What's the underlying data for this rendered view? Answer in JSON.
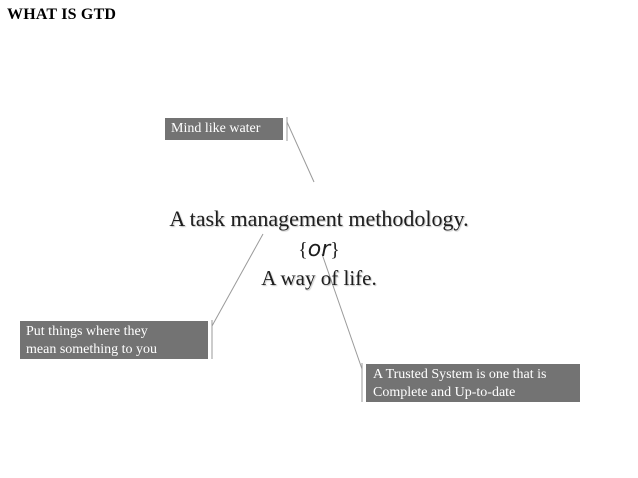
{
  "slide": {
    "title": "WHAT IS GTD"
  },
  "center": {
    "line1": "A task management methodology.",
    "or_open": "{",
    "or_word": "or",
    "or_close": "}",
    "line3": "A way of life."
  },
  "callouts": {
    "mind_like_water": {
      "text": "Mind like water"
    },
    "put_things": {
      "line1": "Put things where they",
      "line2": "mean something to you"
    },
    "trusted_system": {
      "line1": "A Trusted System is one that is",
      "line2": "Complete and Up-to-date"
    }
  },
  "colors": {
    "callout_fill": "#737373",
    "callout_text": "#ffffff",
    "connector": "#9a9a9a",
    "body_text": "#1e1e1e",
    "background": "#ffffff"
  }
}
